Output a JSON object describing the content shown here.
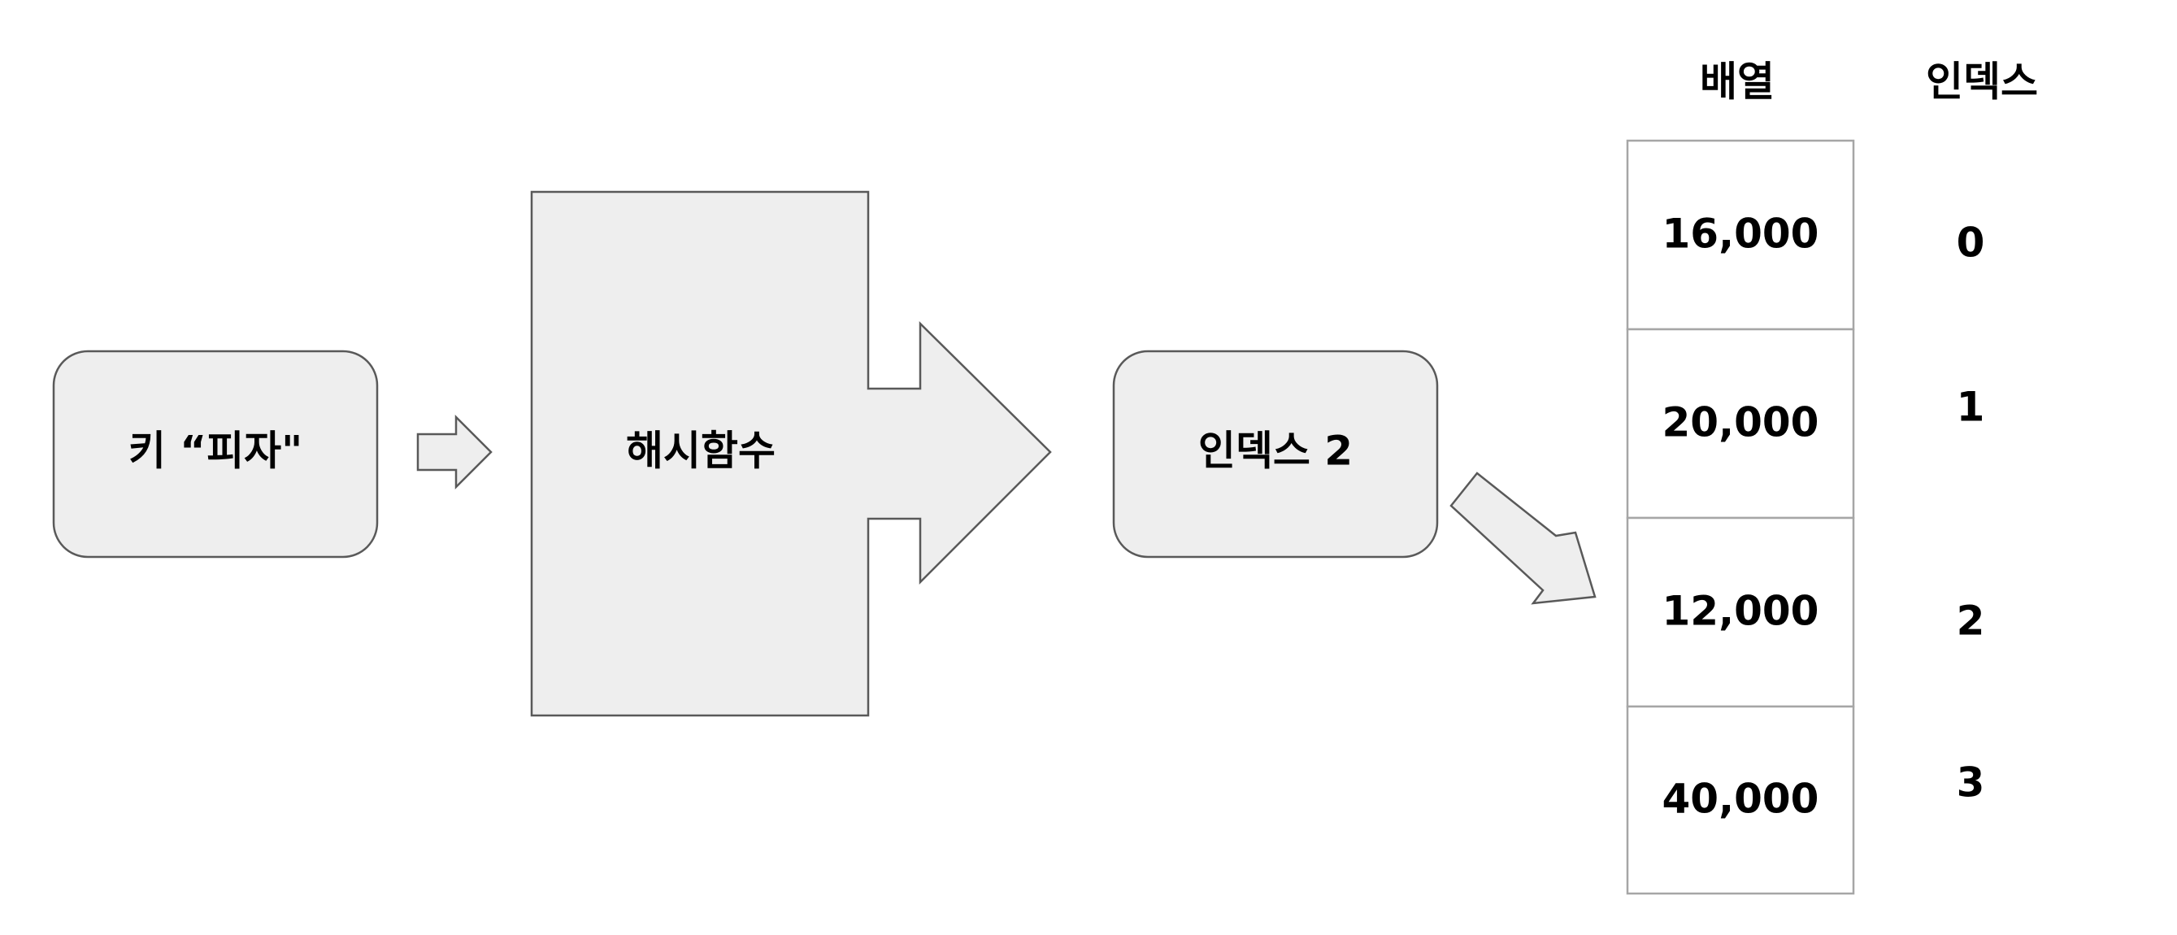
{
  "key_box": {
    "label": "키 “피자\""
  },
  "hash_function": {
    "label": "해시함수"
  },
  "index_box": {
    "label": "인덱스 2"
  },
  "array": {
    "header": "배열",
    "cells": [
      "16,000",
      "20,000",
      "12,000",
      "40,000"
    ]
  },
  "indices": {
    "header": "인덱스",
    "values": [
      "0",
      "1",
      "2",
      "3"
    ]
  },
  "colors": {
    "shape_fill": "#eeeeee",
    "shape_stroke": "#595959",
    "array_stroke": "#a6a6a6",
    "text": "#000000"
  }
}
